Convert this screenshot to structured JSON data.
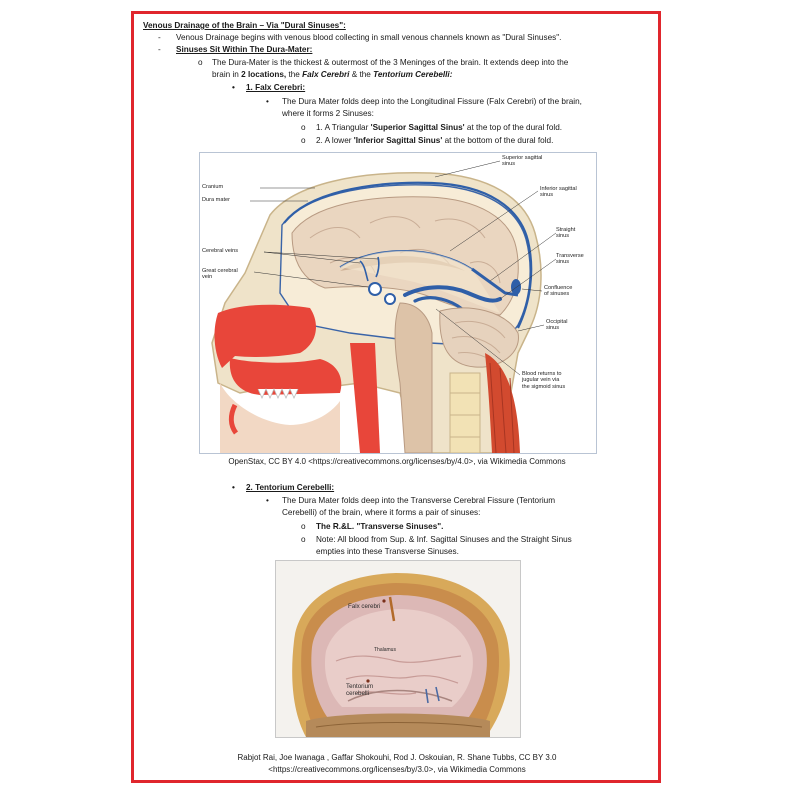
{
  "doc": {
    "heading": "Venous Drainage of the Brain – Via \"Dural Sinuses\":",
    "bullet_dash_1": "Venous Drainage begins with venous blood collecting in small venous channels known as \"Dural Sinuses\".",
    "bullet_dash_2": "Sinuses Sit Within The Dura-Mater:",
    "o1_line1": "The Dura-Mater is the thickest & outermost of the 3 Meninges of the brain. It extends deep into the",
    "o1_line2_a": "brain in ",
    "o1_line2_b": "2 locations,",
    "o1_line2_c": " the ",
    "o1_line2_d": "Falx Cerebri",
    "o1_line2_e": " & the ",
    "o1_line2_f": "Tentorium Cerebelli:",
    "sec1_title": "1. Falx Cerebri:",
    "sec1_dot_line1": "The Dura Mater folds deep into the Longitudinal Fissure (Falx Cerebri) of the brain,",
    "sec1_dot_line2": "where it forms 2 Sinuses:",
    "sec1_o1_a": "1. A Triangular ",
    "sec1_o1_b": "'Superior Sagittal Sinus'",
    "sec1_o1_c": " at the top of the dural fold.",
    "sec1_o2_a": "2. A lower ",
    "sec1_o2_b": "'Inferior Sagittal Sinus'",
    "sec1_o2_c": " at the bottom of the dural fold.",
    "caption1": "OpenStax, CC BY 4.0 <https://creativecommons.org/licenses/by/4.0>, via Wikimedia Commons",
    "sec2_title": "2. Tentorium Cerebelli:",
    "sec2_dot_line1": "The Dura Mater folds deep into the Transverse Cerebral Fissure (Tentorium",
    "sec2_dot_line2": "Cerebelli) of the brain, where it forms a pair of sinuses:",
    "sec2_o1": "The R.&L. \"Transverse Sinuses\".",
    "sec2_o2_line1": "Note: All blood from Sup. & Inf. Sagittal Sinuses and the Straight Sinus",
    "sec2_o2_line2": "empties into these Transverse Sinuses.",
    "caption2_line1": "Rabjot Rai, Joe Iwanaga , Gaffar Shokouhi, Rod J. Oskouian, R. Shane Tubbs, CC BY 3.0",
    "caption2_line2": "<https://creativecommons.org/licenses/by/3.0>, via Wikimedia Commons",
    "dash": "-",
    "ring": "o",
    "dot": "•"
  },
  "figure1": {
    "labels": {
      "cranium": "Cranium",
      "dura": "Dura mater",
      "cerebral_veins": "Cerebral veins",
      "great_vein_1": "Great cerebral",
      "great_vein_2": "vein",
      "sup_sag_1": "Superior sagittal",
      "sup_sag_2": "sinus",
      "inf_sag_1": "Inferior sagittal",
      "inf_sag_2": "sinus",
      "straight_1": "Straight",
      "straight_2": "sinus",
      "transverse_1": "Transverse",
      "transverse_2": "sinus",
      "confluence_1": "Confluence",
      "confluence_2": "of sinuses",
      "occipital_1": "Occipital",
      "occipital_2": "sinus",
      "blood_1": "Blood returns to",
      "blood_2": "jugular vein via",
      "blood_3": "the sigmoid sinus"
    }
  },
  "figure2": {
    "labels": {
      "falx": "Falx cerebri",
      "thalamus": "Thalamus",
      "tent_1": "Tentorium",
      "tent_2": "cerebelli"
    }
  },
  "colors": {
    "border": "#e0262d",
    "vein_blue": "#2f5fa8",
    "tissue_red": "#e8463a",
    "brain_tan": "#d9bfa6"
  }
}
